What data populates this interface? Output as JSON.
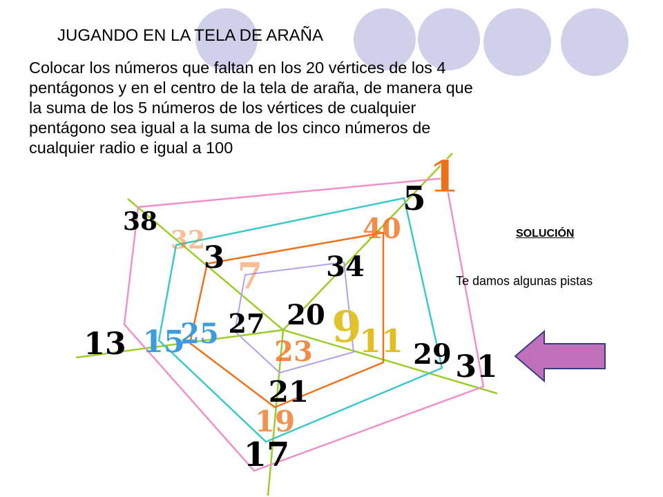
{
  "title": "JUGANDO EN LA TELA DE ARAÑA",
  "instructions": [
    "Colocar los números que faltan en los 20 vértices de los 4",
    "pentágonos  y en el centro de la tela de araña, de manera que",
    "la suma de los 5 números de los vértices de cualquier",
    "pentágono sea igual a la suma de los cinco números de",
    "cualquier radio e igual a 100"
  ],
  "solution_label": "SOLUCIÓN",
  "hint": "Te damos algunas pistas",
  "colors": {
    "pink": "#f090c8",
    "cyan": "#3cc8c8",
    "orange": "#f07018",
    "violet": "#b49ef0",
    "radius": "#9ccc28",
    "arrow": "#c070b8",
    "decor": "#d0d0ea"
  },
  "numbers": {
    "n1": "1",
    "n5": "5",
    "n38": "38",
    "n32": "32",
    "n40": "40",
    "n3": "3",
    "n34": "34",
    "n7": "7",
    "n20": "20",
    "n27": "27",
    "n9": "9",
    "n13": "13",
    "n15": "15",
    "n25": "25",
    "n11": "11",
    "n23": "23",
    "n29": "29",
    "n31": "31",
    "n21": "21",
    "n19": "19",
    "n17": "17"
  }
}
